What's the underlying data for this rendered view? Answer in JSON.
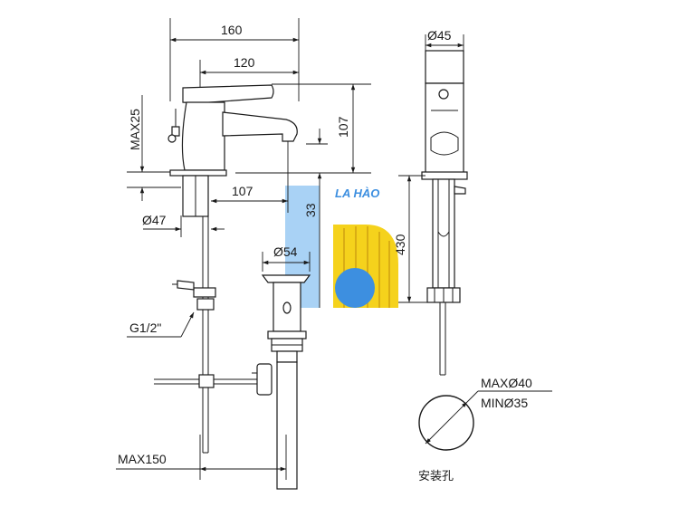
{
  "dimensions": {
    "d160": "160",
    "d120": "120",
    "d107_right": "107",
    "d_max25": "MAX25",
    "d107_spout": "107",
    "d33": "33",
    "d_phi47": "Ø47",
    "d_phi54": "Ø54",
    "d_g12": "G1/2\"",
    "d_max150": "MAX150",
    "d_phi45": "Ø45",
    "d430": "430",
    "d_maxphi40": "MAXØ40",
    "d_minphi35": "MINØ35"
  },
  "caption": "安装孔",
  "watermark": {
    "text": "LA HÀO",
    "colors": {
      "blue": "#3d8fe0",
      "light_blue": "#a9d2f5",
      "yellow": "#f5d21c",
      "gold": "#d9ad14"
    }
  }
}
